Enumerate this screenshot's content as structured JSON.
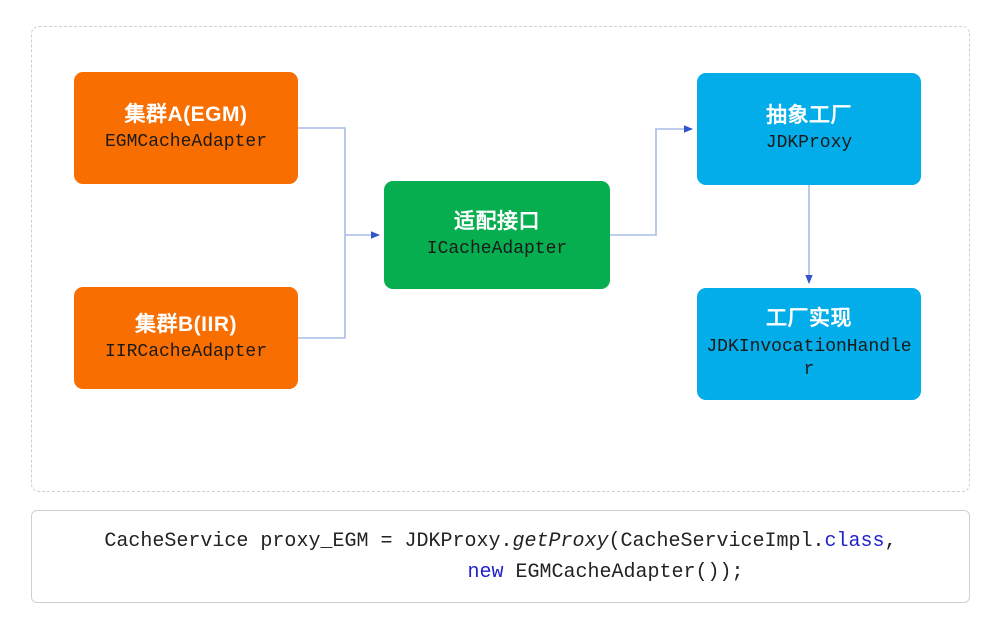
{
  "diagram": {
    "container_label": "design-pattern-diagram",
    "colors": {
      "orange": "#f96e00",
      "green": "#06ae50",
      "blue": "#03ade9",
      "connector_line": "#a8bce8",
      "arrow_head": "#3355cc",
      "dashed_border": "#cfcfcf",
      "code_border": "#d0d0d0",
      "keyword_blue": "#2222cc"
    },
    "nodes": [
      {
        "id": "cluster-a",
        "title": "集群A(EGM)",
        "subtitle": "EGMCacheAdapter",
        "color": "orange"
      },
      {
        "id": "cluster-b",
        "title": "集群B(IIR)",
        "subtitle": "IIRCacheAdapter",
        "color": "orange"
      },
      {
        "id": "adapter-interface",
        "title": "适配接口",
        "subtitle": "ICacheAdapter",
        "color": "green"
      },
      {
        "id": "abstract-factory",
        "title": "抽象工厂",
        "subtitle": "JDKProxy",
        "color": "blue"
      },
      {
        "id": "factory-impl",
        "title": "工厂实现",
        "subtitle": "JDKInvocationHandler",
        "color": "blue"
      }
    ]
  },
  "code": {
    "line1": {
      "part1": "CacheService proxy_EGM = JDKProxy.",
      "method": "getProxy",
      "part2": "(CacheServiceImpl.",
      "keyword": "class",
      "part3": ","
    },
    "line2": {
      "keyword": "new",
      "rest": " EGMCacheAdapter());"
    }
  }
}
